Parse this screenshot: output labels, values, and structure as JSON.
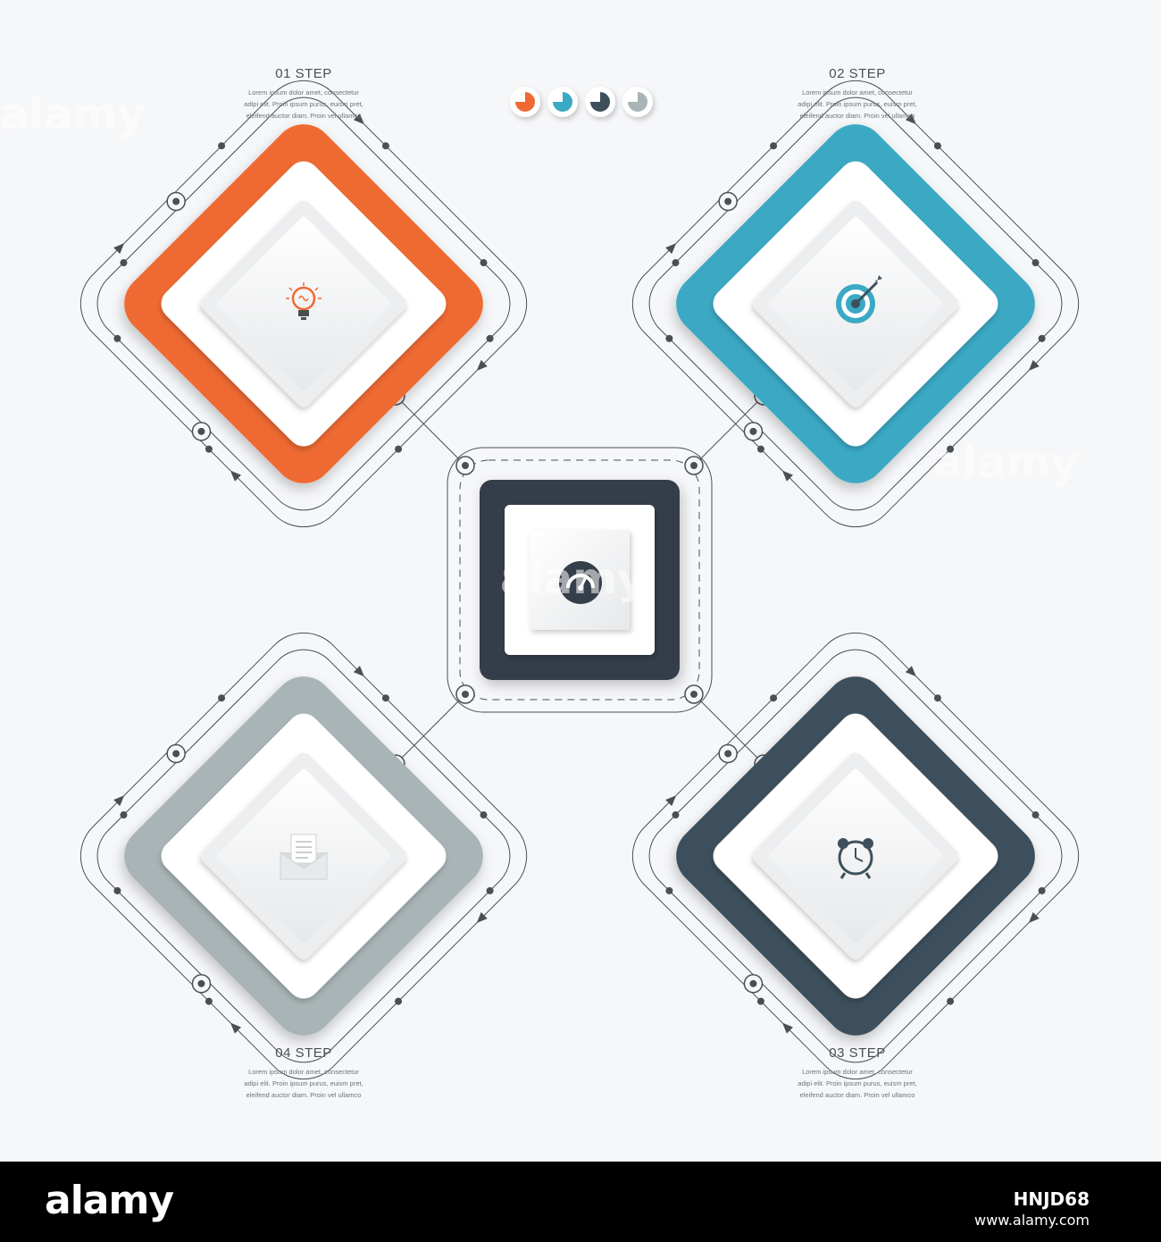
{
  "steps": [
    {
      "title": "01 STEP",
      "line1": "Lorem ipsum dolor amet, consectetur",
      "line2": "adipi elit. Proin ipsum purus, euism pret,",
      "line3": "eleifend auctor diam. Proin vel ullamco",
      "color": "#ee6a32",
      "icon": "lightbulb-icon"
    },
    {
      "title": "02 STEP",
      "line1": "Lorem ipsum dolor amet, consectetur",
      "line2": "adipi elit. Proin ipsum purus, euism pret,",
      "line3": "eleifend auctor diam. Proin vel ullamco",
      "color": "#3aa9c4",
      "icon": "target-icon"
    },
    {
      "title": "03 STEP",
      "line1": "Lorem ipsum dolor amet, consectetur",
      "line2": "adipi elit. Proin ipsum purus, euism pret,",
      "line3": "eleifend auctor diam. Proin vel ullamco",
      "color": "#3d505b",
      "icon": "alarm-clock-icon"
    },
    {
      "title": "04 STEP",
      "line1": "Lorem ipsum dolor amet, consectetur",
      "line2": "adipi elit. Proin ipsum purus, euism pret,",
      "line3": "eleifend auctor diam. Proin vel ullamco",
      "color": "#a8b4b5",
      "icon": "envelope-document-icon"
    }
  ],
  "center": {
    "color": "#353e4b",
    "icon": "speedometer-icon"
  },
  "legend_colors": [
    "#ee6a32",
    "#3aa9c4",
    "#3d505b",
    "#a8b4b5"
  ],
  "line_color": "#4b4f54",
  "watermark_text": "alamy",
  "footer": {
    "brand": "alamy",
    "image_id": "HNJD68",
    "url": "www.alamy.com"
  }
}
